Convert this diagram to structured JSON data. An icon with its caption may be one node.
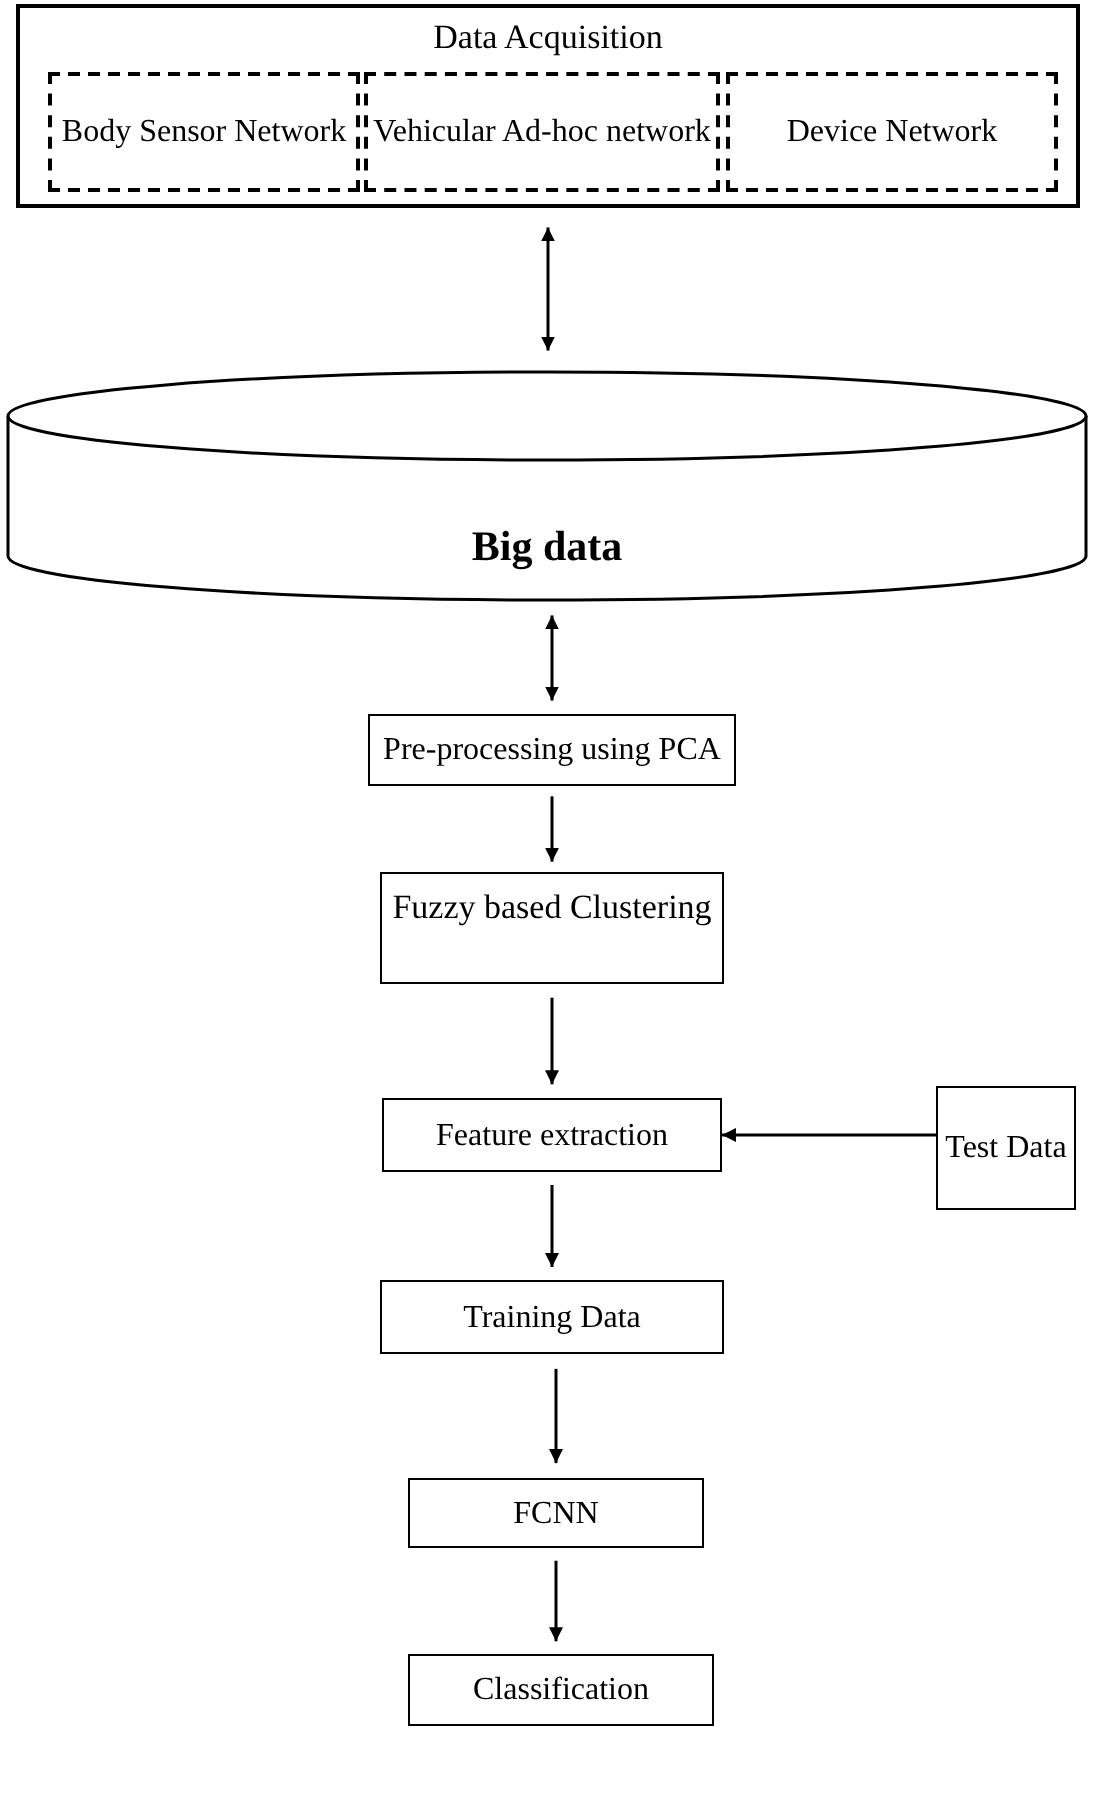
{
  "diagram": {
    "nodes": [
      {
        "text": [
          "Data Acquisition"
        ]
      },
      {
        "text": [
          "Body Sensor Network"
        ],
        "in": 0
      },
      {
        "text": [
          "Vehicular Ad-hoc network"
        ],
        "in": 0
      },
      {
        "text": [
          "Device Network"
        ],
        "in": 0
      },
      {
        "text": [
          "Big data"
        ]
      },
      {
        "text": [
          "Pre-processing using PCA"
        ]
      },
      {
        "text": [
          "Fuzzy based Clustering"
        ]
      },
      {
        "text": [
          "Feature extraction"
        ]
      },
      {
        "text": [
          "Test Data"
        ]
      },
      {
        "text": [
          "Training Data"
        ]
      },
      {
        "text": [
          "FCNN"
        ]
      },
      {
        "text": [
          "Classification"
        ]
      }
    ],
    "edges": [
      {
        "from": 0,
        "to": 4,
        "arrow": "both"
      },
      {
        "from": 4,
        "to": 5,
        "arrow": "both"
      },
      {
        "from": 5,
        "to": 6,
        "arrow": "to"
      },
      {
        "from": 6,
        "to": 7,
        "arrow": "to"
      },
      {
        "from": 8,
        "to": 7,
        "arrow": "to"
      },
      {
        "from": 7,
        "to": 9,
        "arrow": "to"
      },
      {
        "from": 9,
        "to": 10,
        "arrow": "to"
      },
      {
        "from": 10,
        "to": 11,
        "arrow": "to"
      }
    ]
  }
}
